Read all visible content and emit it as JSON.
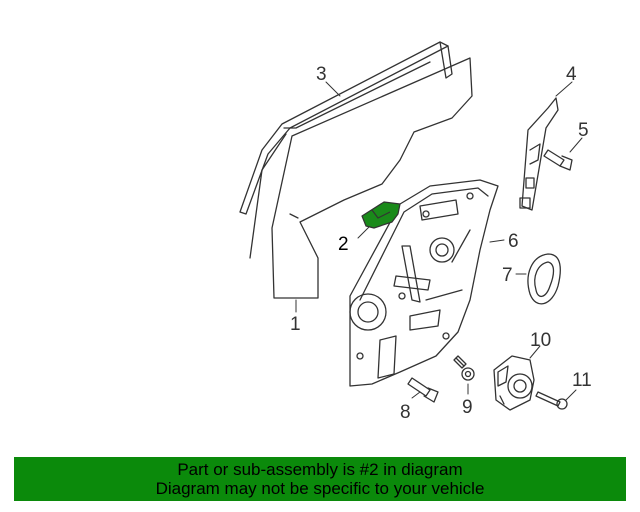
{
  "callouts": {
    "c1": "1",
    "c2": "2",
    "c3": "3",
    "c4": "4",
    "c5": "5",
    "c6": "6",
    "c7": "7",
    "c8": "8",
    "c9": "9",
    "c10": "10",
    "c11": "11"
  },
  "highlight_color": "#1a8a1a",
  "banner": {
    "line1": "Part or sub-assembly is #2 in diagram",
    "line2": "Diagram may not be specific to your vehicle",
    "background": "#0b8a0b"
  }
}
